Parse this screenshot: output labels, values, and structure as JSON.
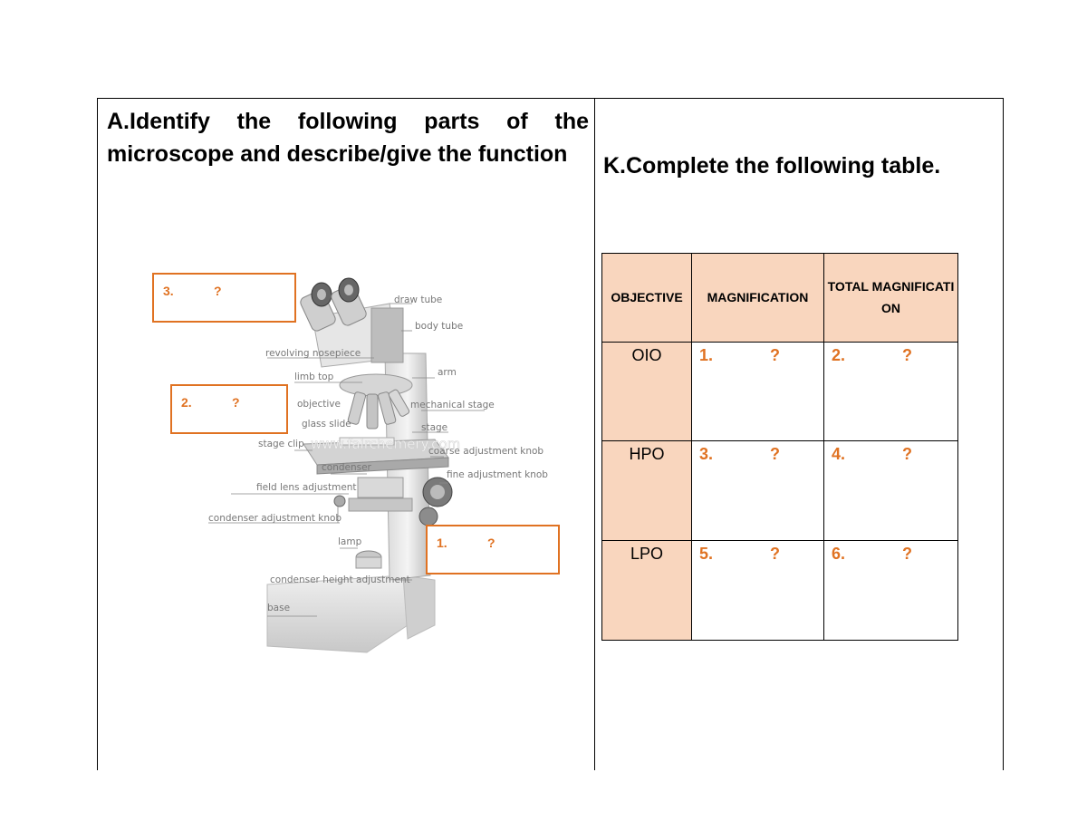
{
  "section_a": {
    "heading": "A.Identify the following parts of the microscope and describe/give the function"
  },
  "section_k": {
    "heading": "K.Complete the following table."
  },
  "microscope": {
    "part_labels": [
      "draw tube",
      "body tube",
      "revolving nosepiece",
      "arm",
      "limb top",
      "objective",
      "mechanical stage",
      "glass slide",
      "stage",
      "stage clip",
      "coarse adjustment knob",
      "condenser",
      "fine adjustment knob",
      "field lens adjustment",
      "condenser adjustment knob",
      "lamp",
      "condenser height adjustment",
      "base"
    ],
    "watermark": "www.fairchemery.com",
    "blanks": [
      {
        "number": "3.",
        "mark": "?"
      },
      {
        "number": "2.",
        "mark": "?"
      },
      {
        "number": "1.",
        "mark": "?"
      }
    ]
  },
  "table": {
    "headers": [
      "OBJECTIVE",
      "MAGNIFICATION",
      "TOTAL MAGNIFICATION"
    ],
    "rows": [
      {
        "objective": "OIO",
        "magnification": {
          "number": "1.",
          "mark": "?"
        },
        "total": {
          "number": "2.",
          "mark": "?"
        }
      },
      {
        "objective": "HPO",
        "magnification": {
          "number": "3.",
          "mark": "?"
        },
        "total": {
          "number": "4.",
          "mark": "?"
        }
      },
      {
        "objective": "LPO",
        "magnification": {
          "number": "5.",
          "mark": "?"
        },
        "total": {
          "number": "6.",
          "mark": "?"
        }
      }
    ]
  },
  "colors": {
    "accent_orange": "#e07222",
    "header_fill": "#f9d6be"
  }
}
